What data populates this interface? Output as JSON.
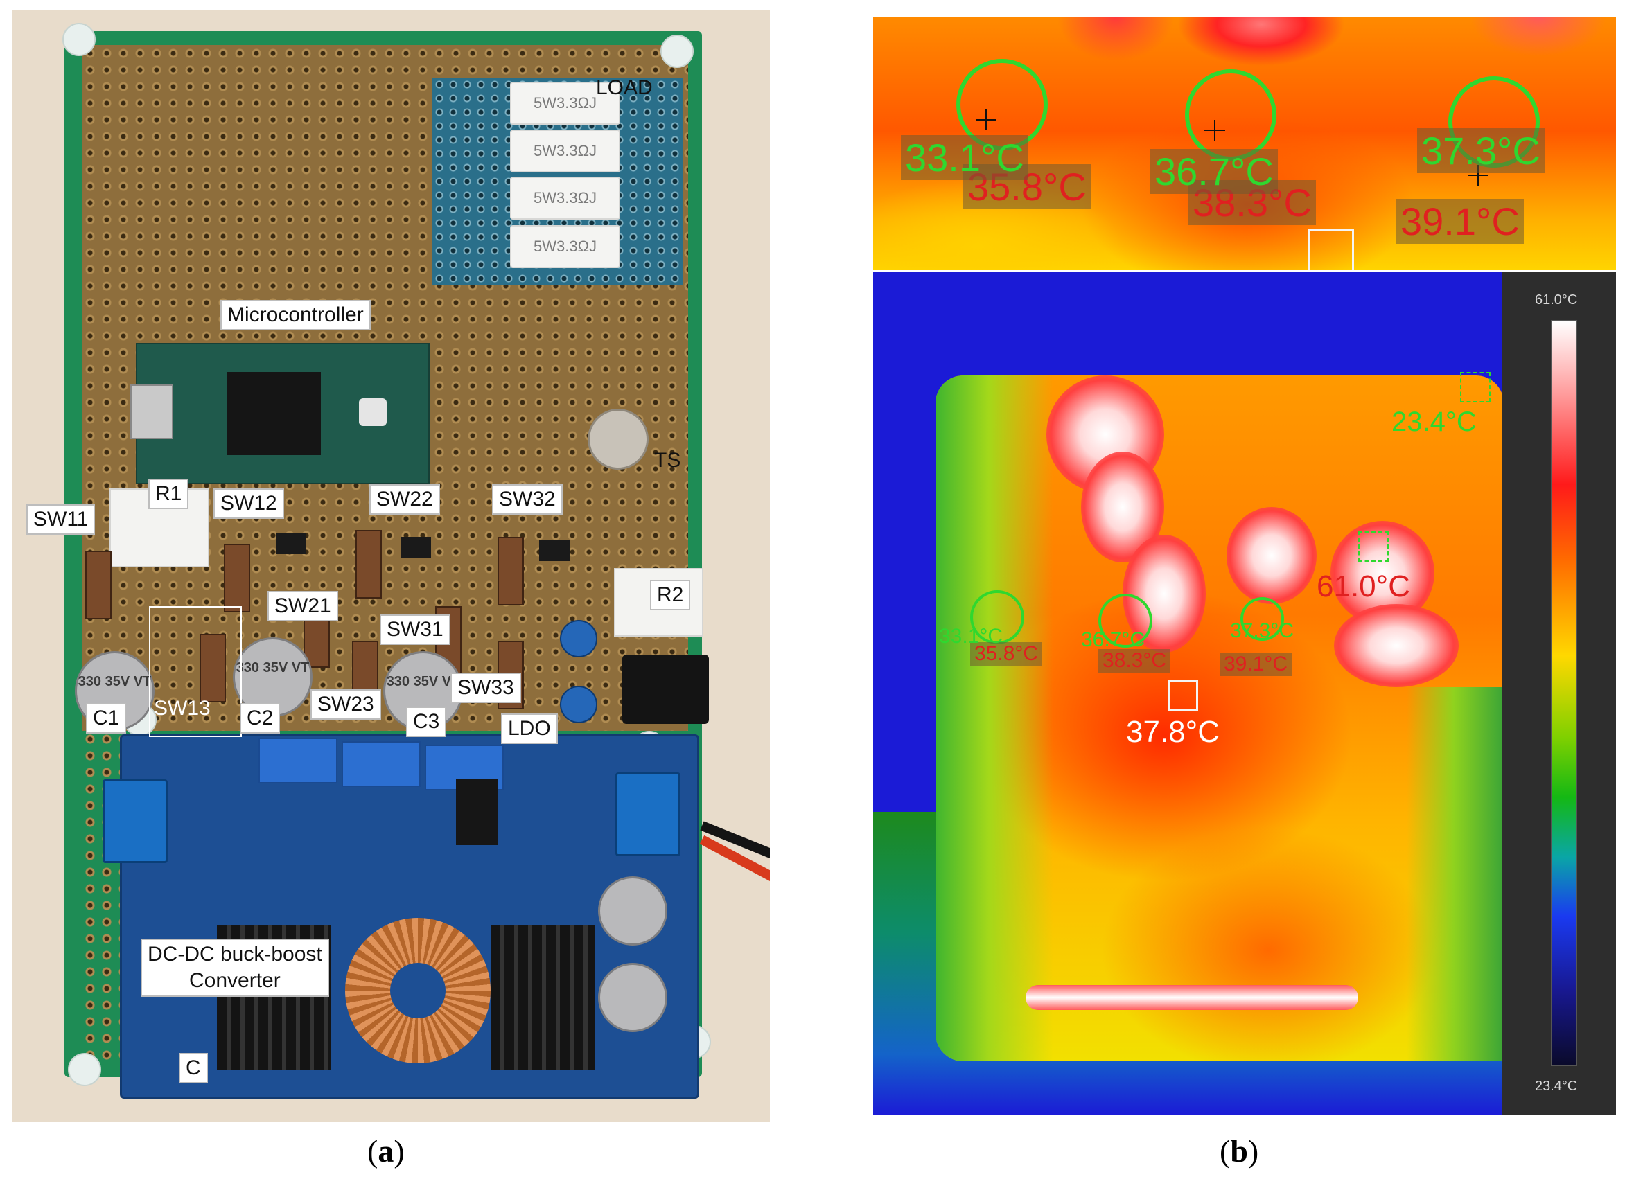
{
  "panel_a": {
    "labels": {
      "load": "LOAD",
      "microcontroller": "Microcontroller",
      "ts": "TS",
      "r1": "R1",
      "sw11": "SW11",
      "sw12": "SW12",
      "sw22": "SW22",
      "sw32": "SW32",
      "r2": "R2",
      "sw21": "SW21",
      "sw31": "SW31",
      "sw13": "SW13",
      "sw23": "SW23",
      "sw33": "SW33",
      "c1": "C1",
      "c2": "C2",
      "c3": "C3",
      "ldo": "LDO",
      "dcdc_line1": "DC-DC buck-boost",
      "dcdc_line2": "Converter",
      "c": "C"
    },
    "resistor_markings": [
      "5W3.3ΩJ",
      "5W3.3ΩJ",
      "5W3.3ΩJ",
      "5W3.3ΩJ"
    ],
    "capacitor_marking": "330 35V VT",
    "caption_letter": "a"
  },
  "panel_b": {
    "top_readouts": {
      "green_1": "33.1°C",
      "red_1": "35.8°C",
      "green_2": "36.7°C",
      "red_2": "38.3°C",
      "green_3": "37.3°C",
      "red_3": "39.1°C"
    },
    "bottom_readouts": {
      "ambient": "23.4°C",
      "max": "61.0°C",
      "green_1": "33.1°C",
      "red_1": "35.8°C",
      "green_2": "36.7°C",
      "red_2": "38.3°C",
      "green_3": "37.3°C",
      "red_3": "39.1°C",
      "center": "37.8°C"
    },
    "colorbar": {
      "max_label": "61.0°C",
      "min_label": "23.4°C",
      "max_value": 61.0,
      "min_value": 23.4
    },
    "caption_letter": "b"
  },
  "colors": {
    "pcb_green": "#1e8c55",
    "buck_board_blue": "#1d4f94",
    "readout_green": "#2fd82f",
    "readout_red": "#e02020"
  }
}
